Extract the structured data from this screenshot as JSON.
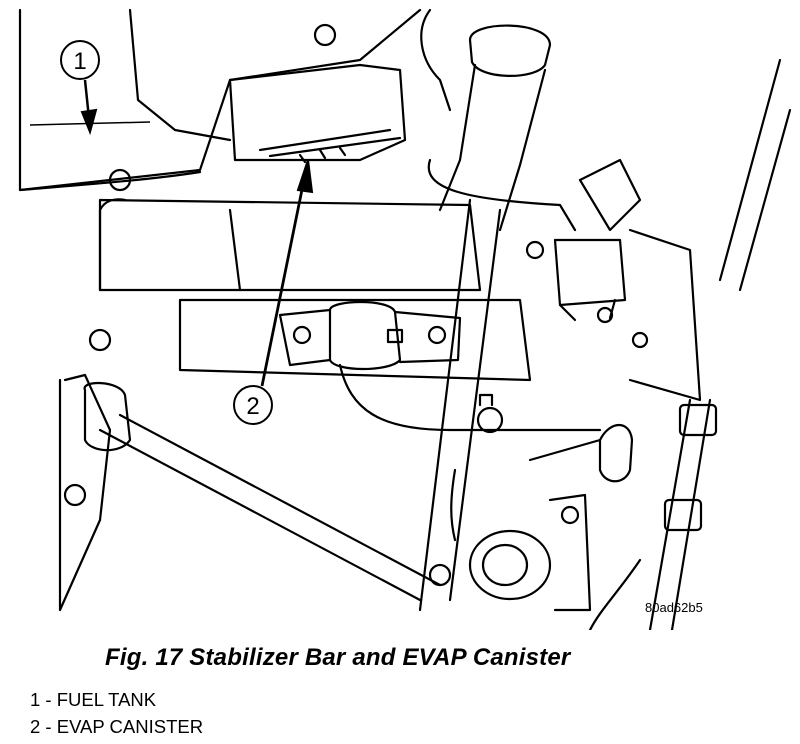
{
  "figure": {
    "code": "80ad62b5",
    "callouts": [
      "1",
      "2"
    ]
  },
  "caption": "Fig. 17 Stabilizer Bar and EVAP Canister",
  "legend": [
    {
      "number": "1",
      "label": "FUEL TANK"
    },
    {
      "number": "2",
      "label": "EVAP CANISTER"
    }
  ]
}
